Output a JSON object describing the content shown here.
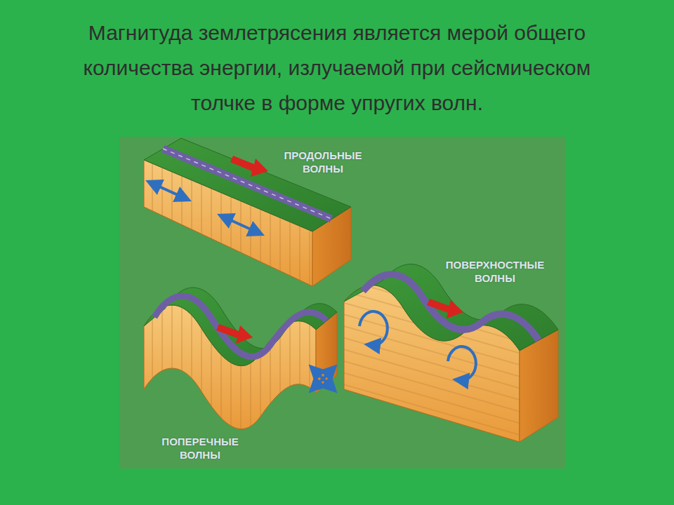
{
  "diagram": {
    "title": "Магнитуда землетрясения является мерой общего количества энергии, излучаемой при сейсмическом толчке в форме упругих волн.",
    "labels": [
      "ПРОДОЛЬНЫЕ ВОЛНЫ",
      "ПОВЕРХНОСТНЫЕ ВОЛНЫ",
      "ПОПЕРЕЧНЫЕ ВОЛНЫ"
    ]
  }
}
